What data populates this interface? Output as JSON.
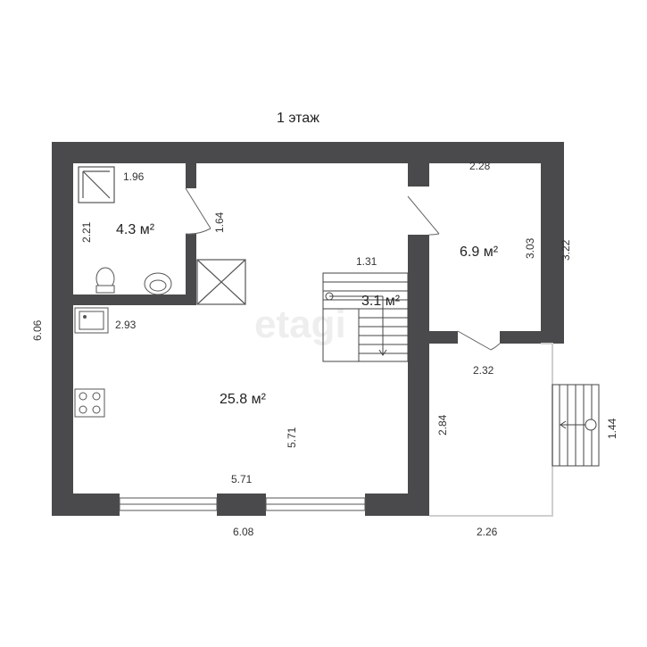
{
  "floor_title": "1 этаж",
  "watermark": "etagi",
  "rooms": {
    "bathroom": {
      "area": "4.3 м²",
      "width": "1.96",
      "depth": "2.21"
    },
    "main_room": {
      "area": "25.8 м²",
      "width": "5.71",
      "depth": "5.71",
      "kitchen_width": "2.93"
    },
    "stair_area": {
      "area": "3.1 м²",
      "width": "1.31"
    },
    "room_right": {
      "area": "6.9 м²",
      "width": "2.28",
      "depth": "3.03"
    },
    "hall_right": {
      "width": "2.32",
      "depth": "2.84"
    }
  },
  "dimensions": {
    "closet_door_wall": "1.64",
    "outer_left_height": "6.06",
    "outer_bottom_width": "6.08",
    "outer_right_upper": "3.22",
    "terrace_width": "2.26",
    "porch_depth": "1.44"
  }
}
